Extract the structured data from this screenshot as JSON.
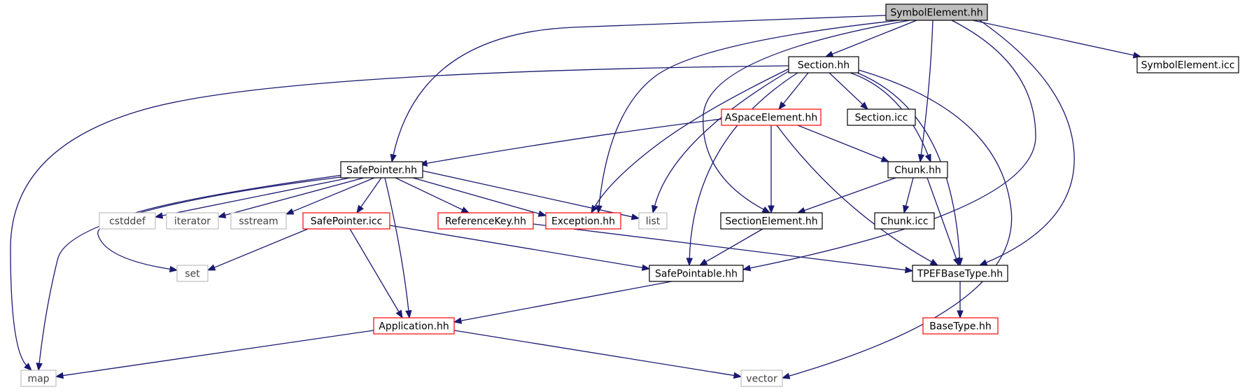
{
  "colors": {
    "edge": "#191970",
    "border_documented": "#000000",
    "border_partial": "#ff0000",
    "border_system": "#bfbfbf",
    "fill_root": "#bfbfbf",
    "fill_default": "#ffffff",
    "text_default": "#000000",
    "text_system": "#3f3f3f"
  },
  "nodes": [
    {
      "id": "symbolelement_hh",
      "label": "SymbolElement.hh",
      "kind": "root"
    },
    {
      "id": "symbolelement_icc",
      "label": "SymbolElement.icc",
      "kind": "documented"
    },
    {
      "id": "section_hh",
      "label": "Section.hh",
      "kind": "documented"
    },
    {
      "id": "aspaceelement_hh",
      "label": "ASpaceElement.hh",
      "kind": "partial"
    },
    {
      "id": "section_icc",
      "label": "Section.icc",
      "kind": "documented"
    },
    {
      "id": "safepointer_hh",
      "label": "SafePointer.hh",
      "kind": "documented"
    },
    {
      "id": "chunk_hh",
      "label": "Chunk.hh",
      "kind": "documented"
    },
    {
      "id": "cstddef",
      "label": "cstddef",
      "kind": "system"
    },
    {
      "id": "iterator",
      "label": "iterator",
      "kind": "system"
    },
    {
      "id": "sstream",
      "label": "sstream",
      "kind": "system"
    },
    {
      "id": "safepointer_icc",
      "label": "SafePointer.icc",
      "kind": "partial"
    },
    {
      "id": "referencekey_hh",
      "label": "ReferenceKey.hh",
      "kind": "partial"
    },
    {
      "id": "exception_hh",
      "label": "Exception.hh",
      "kind": "partial"
    },
    {
      "id": "list",
      "label": "list",
      "kind": "system"
    },
    {
      "id": "sectionelement_hh",
      "label": "SectionElement.hh",
      "kind": "documented"
    },
    {
      "id": "chunk_icc",
      "label": "Chunk.icc",
      "kind": "documented"
    },
    {
      "id": "set",
      "label": "set",
      "kind": "system"
    },
    {
      "id": "safepointable_hh",
      "label": "SafePointable.hh",
      "kind": "documented"
    },
    {
      "id": "tpefbasetype_hh",
      "label": "TPEFBaseType.hh",
      "kind": "documented"
    },
    {
      "id": "application_hh",
      "label": "Application.hh",
      "kind": "partial"
    },
    {
      "id": "basetype_hh",
      "label": "BaseType.hh",
      "kind": "partial"
    },
    {
      "id": "map",
      "label": "map",
      "kind": "system"
    },
    {
      "id": "vector",
      "label": "vector",
      "kind": "system"
    }
  ],
  "edges": [
    [
      "symbolelement_hh",
      "symbolelement_icc"
    ],
    [
      "symbolelement_hh",
      "section_hh"
    ],
    [
      "symbolelement_hh",
      "safepointer_hh"
    ],
    [
      "symbolelement_hh",
      "exception_hh"
    ],
    [
      "symbolelement_hh",
      "sectionelement_hh"
    ],
    [
      "symbolelement_hh",
      "chunk_hh"
    ],
    [
      "symbolelement_hh",
      "safepointable_hh"
    ],
    [
      "symbolelement_hh",
      "tpefbasetype_hh"
    ],
    [
      "section_hh",
      "aspaceelement_hh"
    ],
    [
      "section_hh",
      "section_icc"
    ],
    [
      "section_hh",
      "chunk_hh"
    ],
    [
      "section_hh",
      "exception_hh"
    ],
    [
      "section_hh",
      "list"
    ],
    [
      "section_hh",
      "safepointable_hh"
    ],
    [
      "section_hh",
      "tpefbasetype_hh"
    ],
    [
      "section_hh",
      "map"
    ],
    [
      "section_hh",
      "vector"
    ],
    [
      "aspaceelement_hh",
      "safepointer_hh"
    ],
    [
      "aspaceelement_hh",
      "chunk_hh"
    ],
    [
      "aspaceelement_hh",
      "sectionelement_hh"
    ],
    [
      "aspaceelement_hh",
      "tpefbasetype_hh"
    ],
    [
      "safepointer_hh",
      "cstddef"
    ],
    [
      "safepointer_hh",
      "iterator"
    ],
    [
      "safepointer_hh",
      "sstream"
    ],
    [
      "safepointer_hh",
      "safepointer_icc"
    ],
    [
      "safepointer_hh",
      "referencekey_hh"
    ],
    [
      "safepointer_hh",
      "exception_hh"
    ],
    [
      "safepointer_hh",
      "list"
    ],
    [
      "safepointer_hh",
      "set"
    ],
    [
      "safepointer_hh",
      "application_hh"
    ],
    [
      "safepointer_hh",
      "map"
    ],
    [
      "safepointer_icc",
      "set"
    ],
    [
      "safepointer_icc",
      "safepointable_hh"
    ],
    [
      "safepointer_icc",
      "application_hh"
    ],
    [
      "referencekey_hh",
      "tpefbasetype_hh"
    ],
    [
      "chunk_hh",
      "chunk_icc"
    ],
    [
      "chunk_hh",
      "sectionelement_hh"
    ],
    [
      "chunk_hh",
      "tpefbasetype_hh"
    ],
    [
      "sectionelement_hh",
      "safepointable_hh"
    ],
    [
      "safepointable_hh",
      "application_hh"
    ],
    [
      "tpefbasetype_hh",
      "basetype_hh"
    ],
    [
      "application_hh",
      "map"
    ],
    [
      "application_hh",
      "vector"
    ]
  ]
}
